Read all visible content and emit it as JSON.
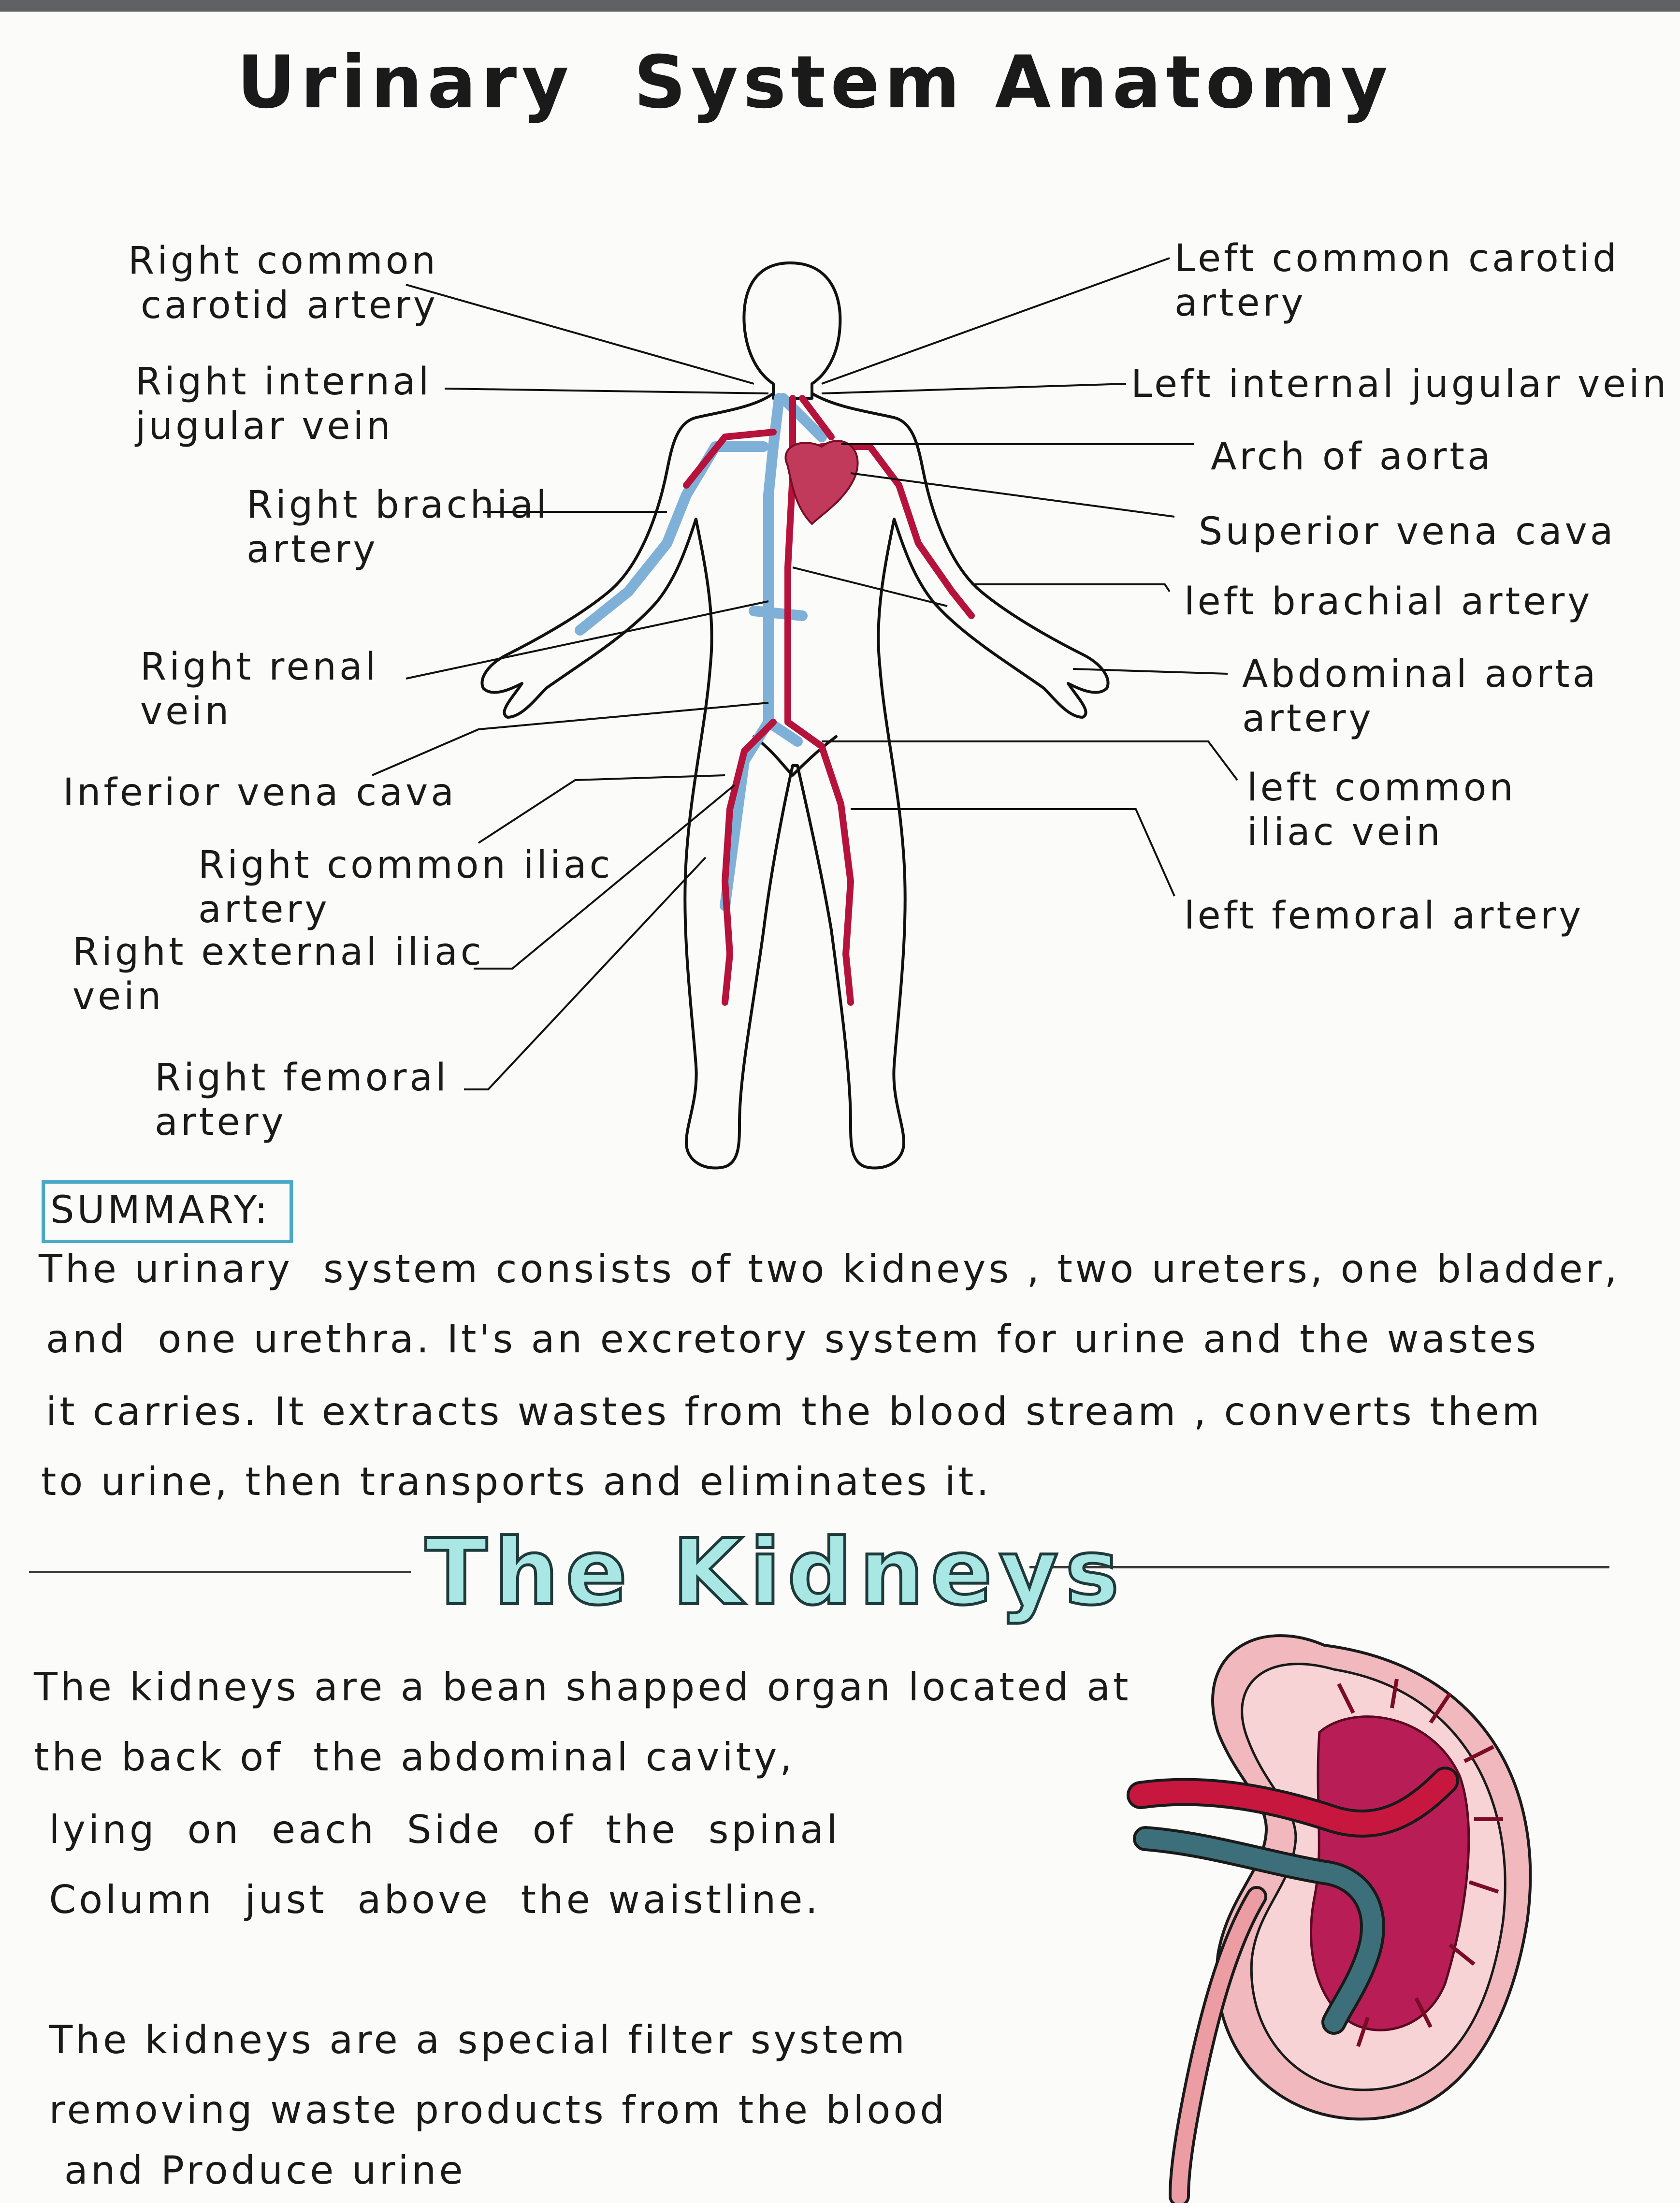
{
  "page": {
    "title": "Urinary  System Anatomy",
    "labels": {
      "right_common_carotid": "Right common\ncarotid artery",
      "right_internal_jugular": "Right internal\njugular vein",
      "right_brachial": "Right brachial\nartery",
      "right_renal": "Right renal\nvein",
      "inferior_vena_cava": "Inferior vena cava",
      "right_common_iliac": "Right common iliac\nartery",
      "right_external_iliac": "Right external iliac\nvein",
      "right_femoral": "Right femoral\nartery",
      "left_common_carotid": "Left common carotid\nartery",
      "left_internal_jugular": "Left internal jugular vein",
      "arch_of_aorta": "Arch of aorta",
      "superior_vena_cava": "Superior vena cava",
      "left_brachial": "left brachial artery",
      "abdominal_aorta": "Abdominal aorta\nartery",
      "left_common_iliac": "left common\niliac vein",
      "left_femoral": "left femoral artery"
    },
    "summary": {
      "heading": "SUMMARY:",
      "lines": [
        "The urinary  system consists of two kidneys , two ureters, one bladder,",
        "and  one urethra. It's an excretory system for urine and the wastes",
        "it carries. It extracts wastes from the blood stream , converts them",
        "to urine, then transports and eliminates it."
      ]
    },
    "kidneys": {
      "heading": "The Kidneys",
      "para1": [
        "The kidneys are a bean shapped organ located at",
        "the back of  the abdominal cavity,",
        " lying  on  each  Side  of  the  spinal",
        " Column  just  above  the waistline."
      ],
      "para2": [
        " The kidneys are a special filter system",
        " removing waste products from the blood",
        "  and Produce urine"
      ]
    },
    "colors": {
      "artery": "#b5123c",
      "vein": "#7fb1d8",
      "accent": "#a9e7e4",
      "frame": "#4aa9c6"
    }
  }
}
